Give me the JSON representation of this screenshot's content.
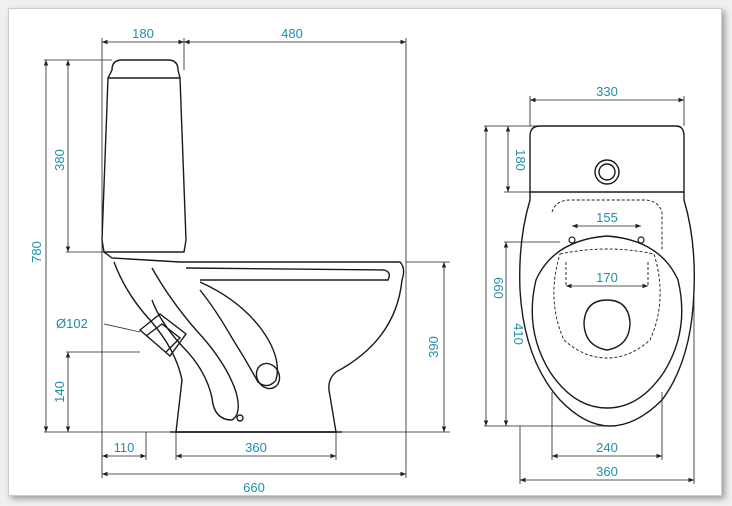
{
  "colors": {
    "outline": "#1a1a1a",
    "dimension_line": "#222222",
    "dimension_text": "#1f8fa6"
  },
  "side_view": {
    "dims": {
      "tank_depth": "180",
      "bowl_depth": "480",
      "tank_height": "380",
      "total_height": "780",
      "outlet_diameter": "Ø102",
      "outlet_height": "140",
      "rim_height": "390",
      "outlet_offset": "110",
      "base_length": "360",
      "total_length": "660"
    }
  },
  "top_view": {
    "dims": {
      "width": "330",
      "tank_depth": "180",
      "mounting_holes": "155",
      "total_depth": "660",
      "seat_holes": "170",
      "bowl_depth": "410",
      "base_width": "240",
      "total_width": "360"
    }
  }
}
